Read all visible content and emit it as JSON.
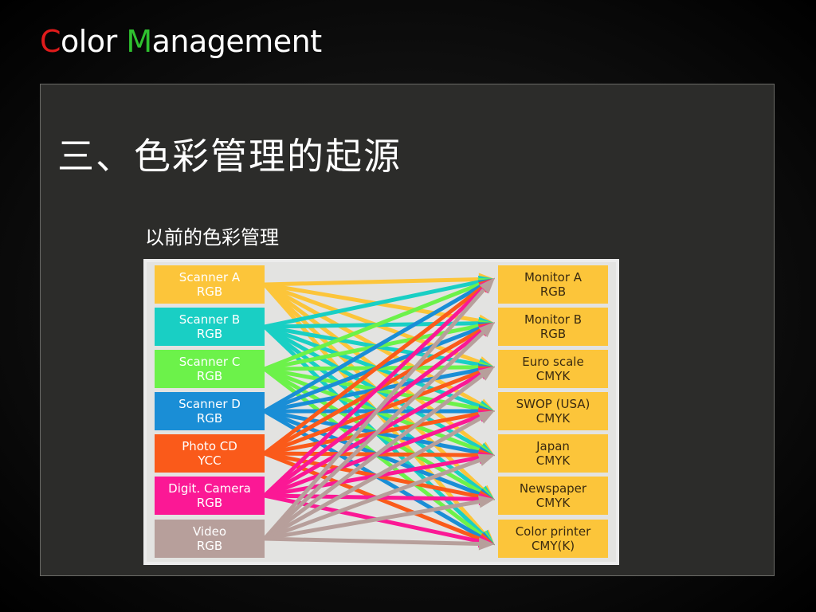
{
  "brand": {
    "first_letter": "C",
    "first_rest": "olor ",
    "second_letter": "M",
    "second_rest": "anagement"
  },
  "slide": {
    "title": "三、色彩管理的起源",
    "subtitle": "以前的色彩管理"
  },
  "colors": {
    "brand_c": "#e01b1b",
    "brand_m": "#2fc12f",
    "target_box": "#fcc53a"
  },
  "diagram": {
    "sources": [
      {
        "line1": "Scanner A",
        "line2": "RGB",
        "color": "#fcc53a"
      },
      {
        "line1": "Scanner B",
        "line2": "RGB",
        "color": "#19cfc4"
      },
      {
        "line1": "Scanner C",
        "line2": "RGB",
        "color": "#6cf24a"
      },
      {
        "line1": "Scanner D",
        "line2": "RGB",
        "color": "#1a8ed6"
      },
      {
        "line1": "Photo CD",
        "line2": "YCC",
        "color": "#fa5a1a"
      },
      {
        "line1": "Digit. Camera",
        "line2": "RGB",
        "color": "#fb1895"
      },
      {
        "line1": "Video",
        "line2": "RGB",
        "color": "#b79f9b"
      }
    ],
    "targets": [
      {
        "line1": "Monitor A",
        "line2": "RGB"
      },
      {
        "line1": "Monitor B",
        "line2": "RGB"
      },
      {
        "line1": "Euro scale",
        "line2": "CMYK"
      },
      {
        "line1": "SWOP (USA)",
        "line2": "CMYK"
      },
      {
        "line1": "Japan",
        "line2": "CMYK"
      },
      {
        "line1": "Newspaper",
        "line2": "CMYK"
      },
      {
        "line1": "Color printer",
        "line2": "CMY(K)"
      }
    ]
  }
}
